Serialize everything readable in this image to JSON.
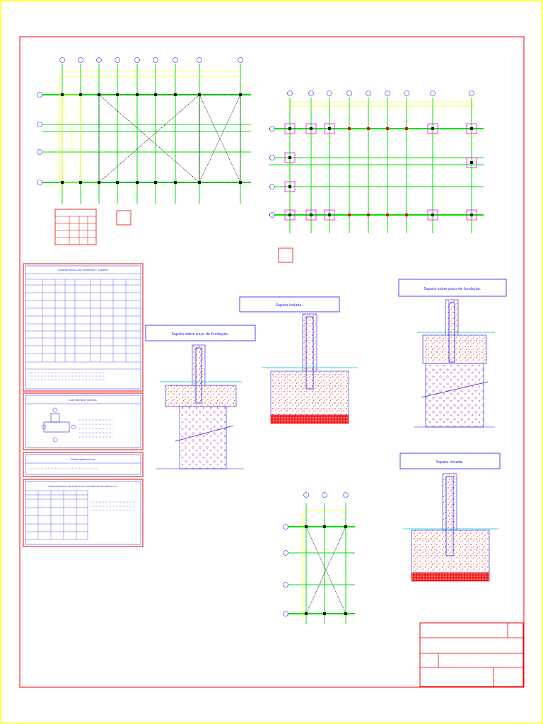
{
  "panels": {
    "materials_title": "Características dos materiais • Sapatas",
    "cover_title": "Cobrimentos mínimos",
    "data_title": "Dados geotécnicos",
    "lap_title": "Comprimentos de espera em armaduras de pilares (L)",
    "detail_pit_1": "Sapata sobre poço de fundação.",
    "detail_isolated_1": "Sapata isolada.",
    "detail_pit_2": "Sapata sobre poço de fundação.",
    "detail_isolated_2": "Sapata isolada."
  },
  "colors": {
    "grid_line": "#00e000",
    "beam": "#ffff00",
    "frame": "#ff0000",
    "text": "#1a1aff",
    "pad": "#ff00ff"
  }
}
